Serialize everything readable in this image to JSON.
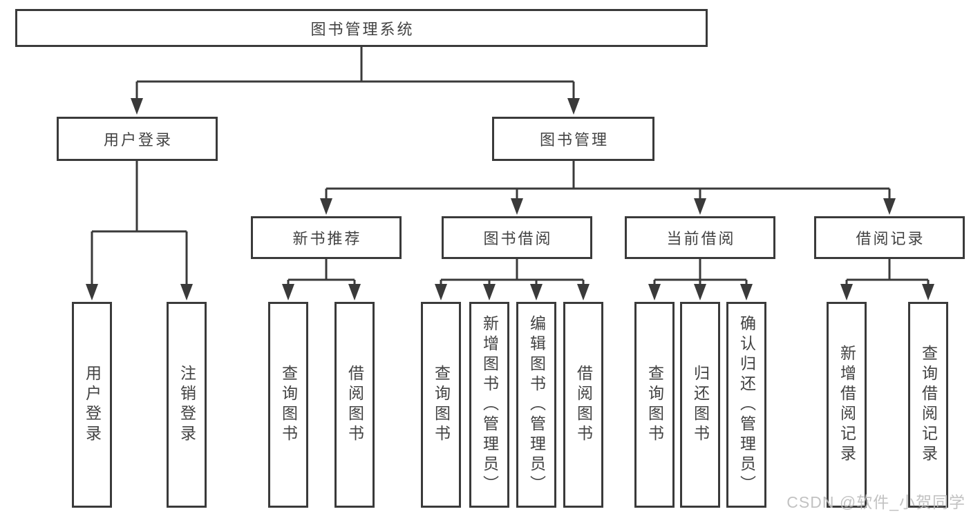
{
  "diagram": {
    "type": "hierarchy-tree",
    "colors": {
      "line": "#3a3a3a",
      "border": "#3a3a3a",
      "text": "#424242",
      "background": "#ffffff",
      "watermark": "#bdbdbd"
    },
    "nodes": {
      "root": "图书管理系统",
      "level1": [
        "用户登录",
        "图书管理"
      ],
      "level2": [
        "新书推荐",
        "图书借阅",
        "当前借阅",
        "借阅记录"
      ],
      "user_leaves": [
        "用户登录",
        "注销登录"
      ],
      "recommend_leaves": [
        "查询图书",
        "借阅图书"
      ],
      "borrow_leaves": [
        "查询图书",
        "新增图书（管理员）",
        "编辑图书（管理员）",
        "借阅图书"
      ],
      "current_leaves": [
        "查询图书",
        "归还图书",
        "确认归还（管理员）"
      ],
      "record_leaves": [
        "新增借阅记录",
        "查询借阅记录"
      ]
    },
    "watermark": "CSDN @软件_小贺同学"
  }
}
